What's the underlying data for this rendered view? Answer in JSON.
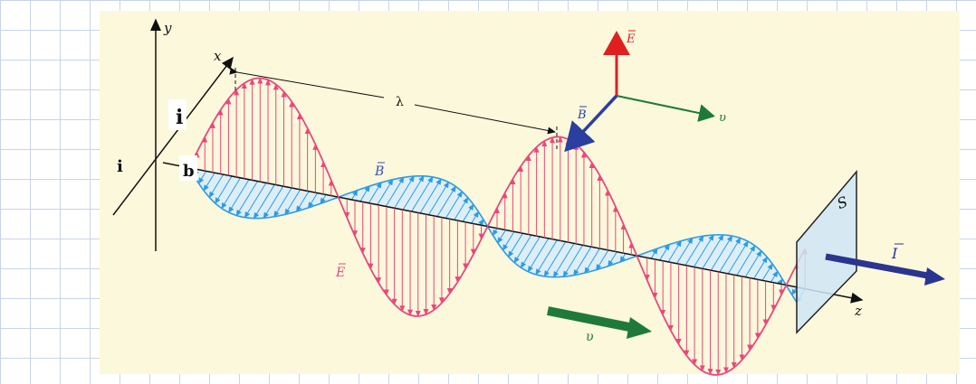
{
  "labels": {
    "y_axis": "y",
    "x_axis": "x",
    "z_axis": "z",
    "wavelength": "λ",
    "b_field": "B",
    "e_field": "E",
    "surface": "S",
    "intensity": "I",
    "velocity": "υ",
    "triad_e": "E",
    "triad_b": "B",
    "triad_v": "υ",
    "mark_i_1": "i",
    "mark_i_2": "i",
    "mark_b": "b"
  },
  "colors": {
    "panel": "#fcf8dc",
    "e_wave": "#e8487a",
    "b_wave": "#2e9be0",
    "b_fill": "#d8ecfa",
    "e_vector": "#e02020",
    "b_vector": "#2a3f9f",
    "v_vector": "#1f7a3a",
    "intensity_arrow": "#2a3590",
    "screen_fill": "#cfe6f7"
  }
}
